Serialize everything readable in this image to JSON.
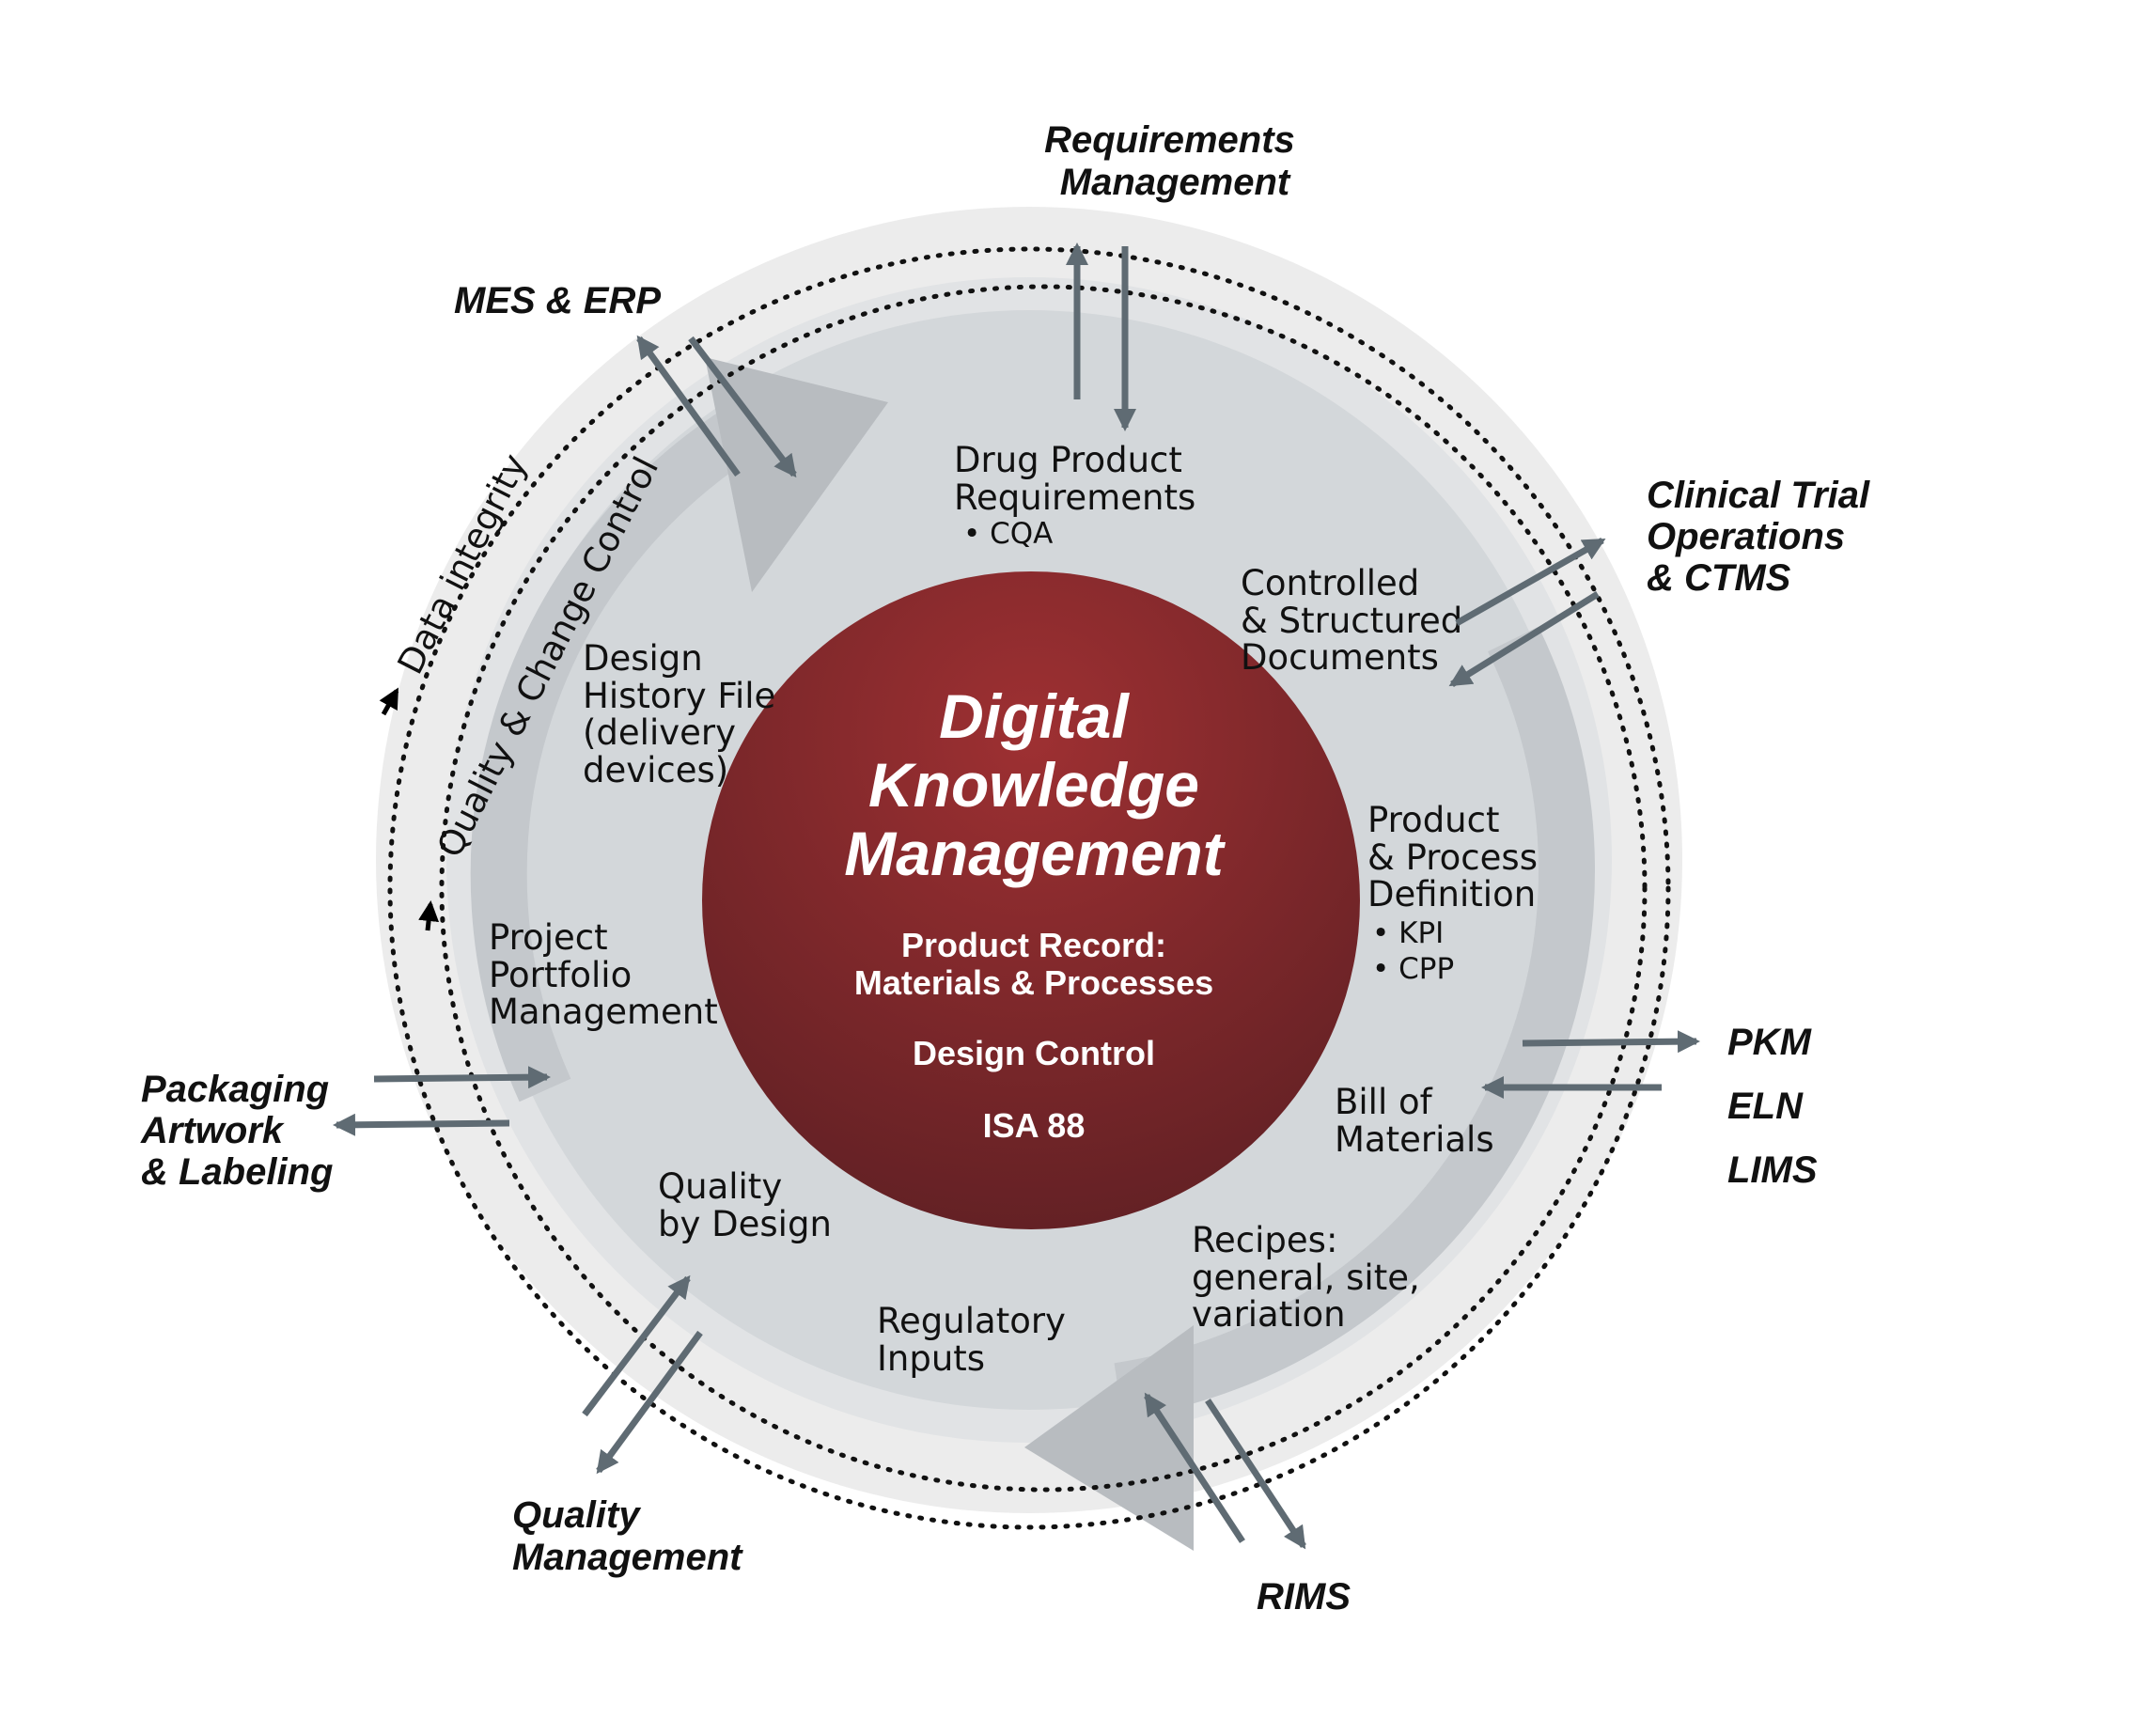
{
  "center": {
    "title_lines": [
      "Digital",
      "Knowledge",
      "Management"
    ],
    "sub_lines": [
      "Product Record:",
      "Materials & Processes",
      "Design Control",
      "ISA 88"
    ],
    "color_top": "#9a2e30",
    "color_bottom": "#5e2024"
  },
  "ring_labels": {
    "data_integrity": "Data integrity",
    "quality_change": "Quality & Change Control"
  },
  "inner_labels": {
    "drug_product": [
      "Drug Product",
      "Requirements"
    ],
    "drug_product_bullet": "• CQA",
    "controlled_docs": [
      "Controlled",
      "& Structured",
      "Documents"
    ],
    "product_process": [
      "Product",
      "& Process",
      "Definition"
    ],
    "product_process_bullets": [
      "• KPI",
      "• CPP"
    ],
    "bill_materials": [
      "Bill of",
      "Materials"
    ],
    "recipes": [
      "Recipes:",
      "general, site,",
      "variation"
    ],
    "regulatory": [
      "Regulatory",
      "Inputs"
    ],
    "qbd": [
      "Quality",
      "by Design"
    ],
    "project_portfolio": [
      "Project",
      "Portfolio",
      "Management"
    ],
    "dhf": [
      "Design",
      "History File",
      "(delivery",
      "devices)"
    ]
  },
  "external_systems": {
    "requirements": [
      "Requirements",
      "Management"
    ],
    "mes_erp": "MES & ERP",
    "clinical": [
      "Clinical Trial",
      "Operations",
      "& CTMS"
    ],
    "pkm_group": [
      "PKM",
      "ELN",
      "LIMS"
    ],
    "rims": "RIMS",
    "quality_mgmt": [
      "Quality",
      "Management"
    ],
    "packaging": [
      "Packaging",
      "Artwork",
      "& Labeling"
    ]
  },
  "colors": {
    "outer_ring": "#ececec",
    "mid_ring": "#e0e2e4",
    "inner_disk": "#d3d7da",
    "arrow_band": "#c5c9cd",
    "connector": "#5f6b73"
  }
}
